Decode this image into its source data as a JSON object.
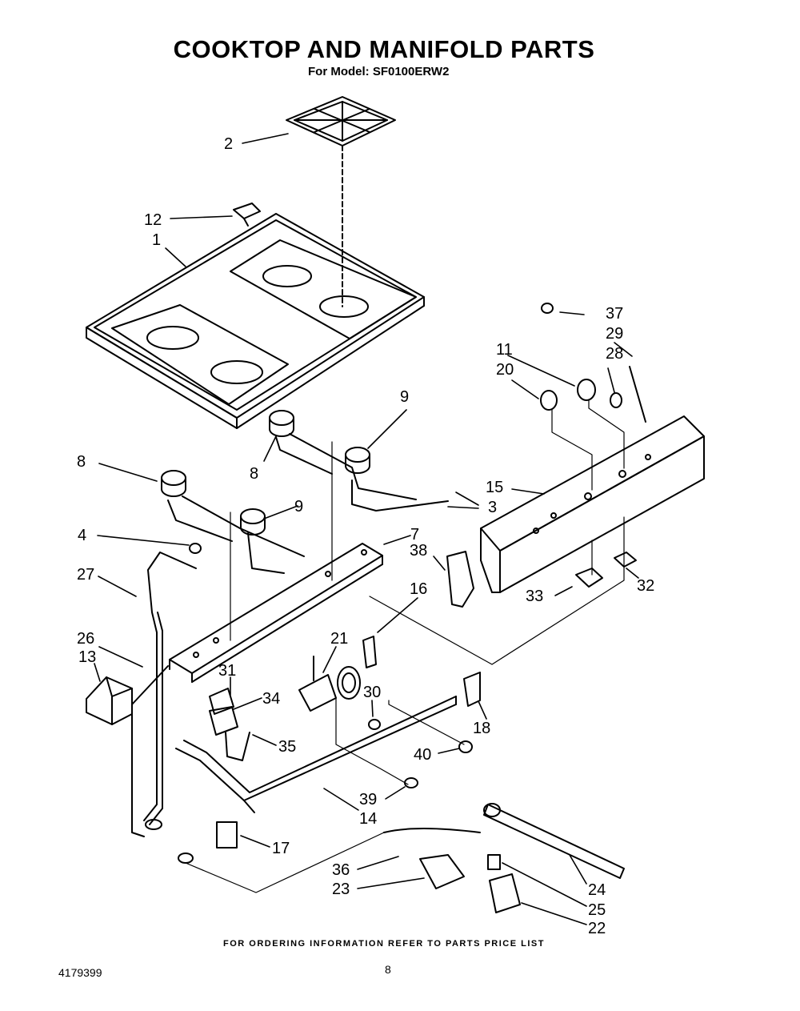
{
  "title": "COOKTOP AND MANIFOLD PARTS",
  "subtitle": "For Model: SF0100ERW2",
  "footer_note": "FOR ORDERING INFORMATION REFER TO PARTS PRICE LIST",
  "doc_number": "4179399",
  "page_number": "8",
  "callouts": [
    "1",
    "2",
    "3",
    "4",
    "7",
    "8",
    "8",
    "9",
    "9",
    "11",
    "12",
    "13",
    "14",
    "15",
    "16",
    "17",
    "18",
    "20",
    "21",
    "22",
    "23",
    "24",
    "25",
    "26",
    "27",
    "28",
    "29",
    "30",
    "31",
    "32",
    "33",
    "34",
    "35",
    "36",
    "37",
    "38",
    "39",
    "40"
  ]
}
